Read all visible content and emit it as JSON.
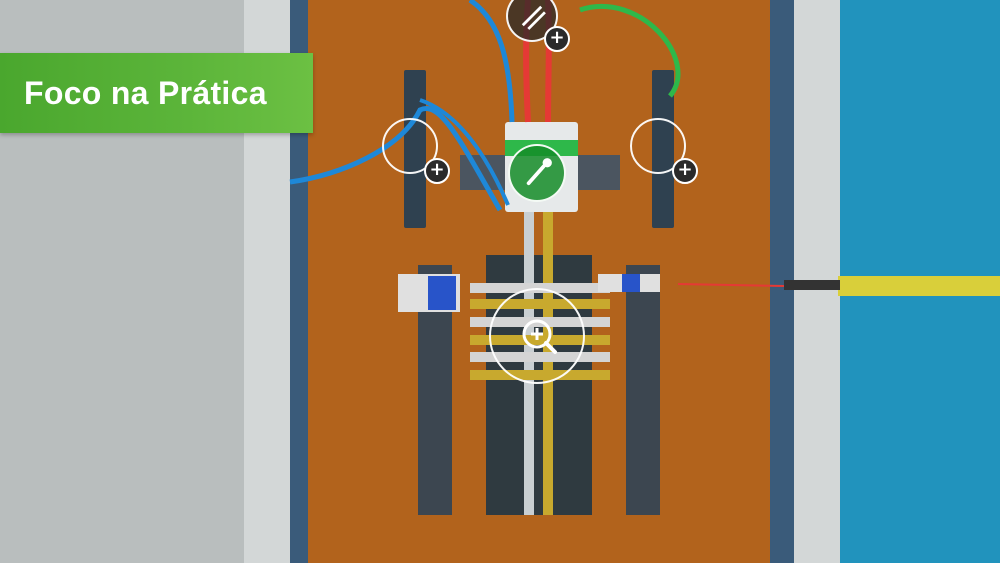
{
  "banner": {
    "title": "Foco na Prática",
    "color": "#52ae34"
  },
  "hotspots": [
    {
      "name": "wires-hotspot",
      "icon": "tools-icon"
    },
    {
      "name": "left-bus-hotspot",
      "icon": "plus-icon"
    },
    {
      "name": "main-breaker-hotspot",
      "icon": "screwdriver-icon"
    },
    {
      "name": "right-bus-hotspot",
      "icon": "plus-icon"
    },
    {
      "name": "busbar-zoom-hotspot",
      "icon": "zoom-in-icon"
    }
  ],
  "colors": {
    "panel_background": "#b5651d",
    "wire_blue": "#1e88d8",
    "wire_red": "#e53935",
    "wire_green": "#2eb84a",
    "wall": "#1f8fb8"
  }
}
